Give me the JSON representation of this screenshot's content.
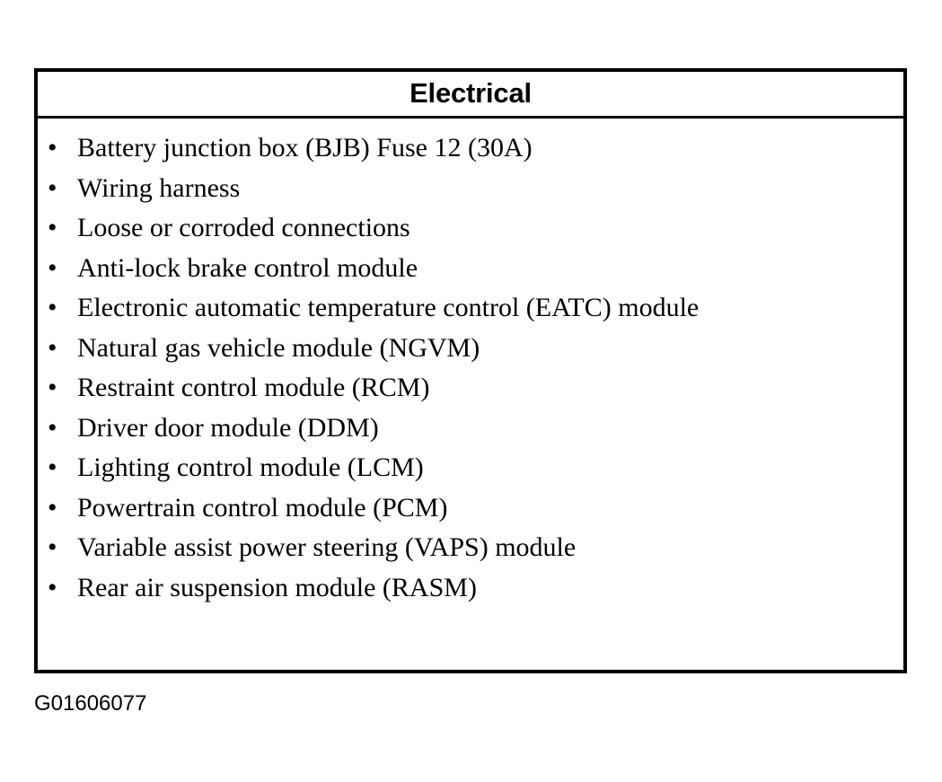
{
  "figure": {
    "caption": "G01606077",
    "colors": {
      "background": "#ffffff",
      "ink": "#000000",
      "border": "#000000"
    }
  },
  "table": {
    "header": {
      "title": "Electrical"
    },
    "bullet_glyph": "•",
    "items": [
      {
        "text": "Battery junction box (BJB) Fuse 12 (30A)"
      },
      {
        "text": "Wiring harness"
      },
      {
        "text": "Loose or corroded connections"
      },
      {
        "text": "Anti-lock brake control module"
      },
      {
        "text": "Electronic automatic temperature control (EATC) module"
      },
      {
        "text": "Natural gas vehicle module (NGVM)"
      },
      {
        "text": "Restraint control module (RCM)"
      },
      {
        "text": "Driver door module (DDM)"
      },
      {
        "text": "Lighting control module (LCM)"
      },
      {
        "text": "Powertrain control module (PCM)"
      },
      {
        "text": "Variable assist power steering (VAPS) module"
      },
      {
        "text": "Rear air suspension module (RASM)"
      }
    ]
  }
}
